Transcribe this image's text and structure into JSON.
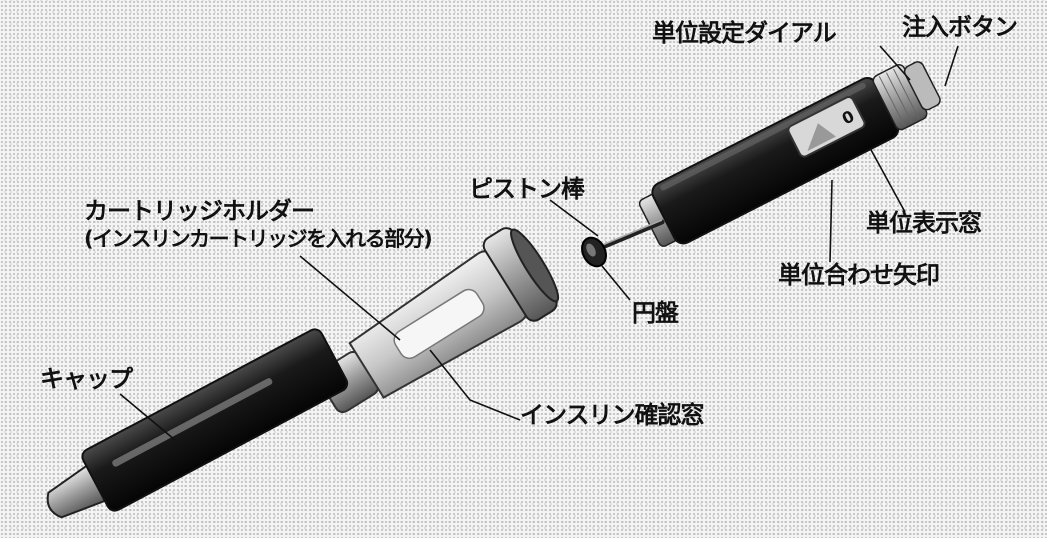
{
  "labels": {
    "unit_dial": "単位設定ダイアル",
    "inject_button": "注入ボタン",
    "piston_rod": "ピストン棒",
    "cartridge_holder": "カートリッジホルダー",
    "cartridge_holder_note": "(インスリンカートリッジを入れる部分)",
    "unit_window": "単位表示窓",
    "unit_arrow": "単位合わせ矢印",
    "disc": "円盤",
    "cap": "キャップ",
    "insulin_window": "インスリン確認窓"
  },
  "dial_value": "0",
  "colors": {
    "background": "#f4f4f4",
    "body_dark": "#1c1c1c",
    "text": "#111111"
  }
}
